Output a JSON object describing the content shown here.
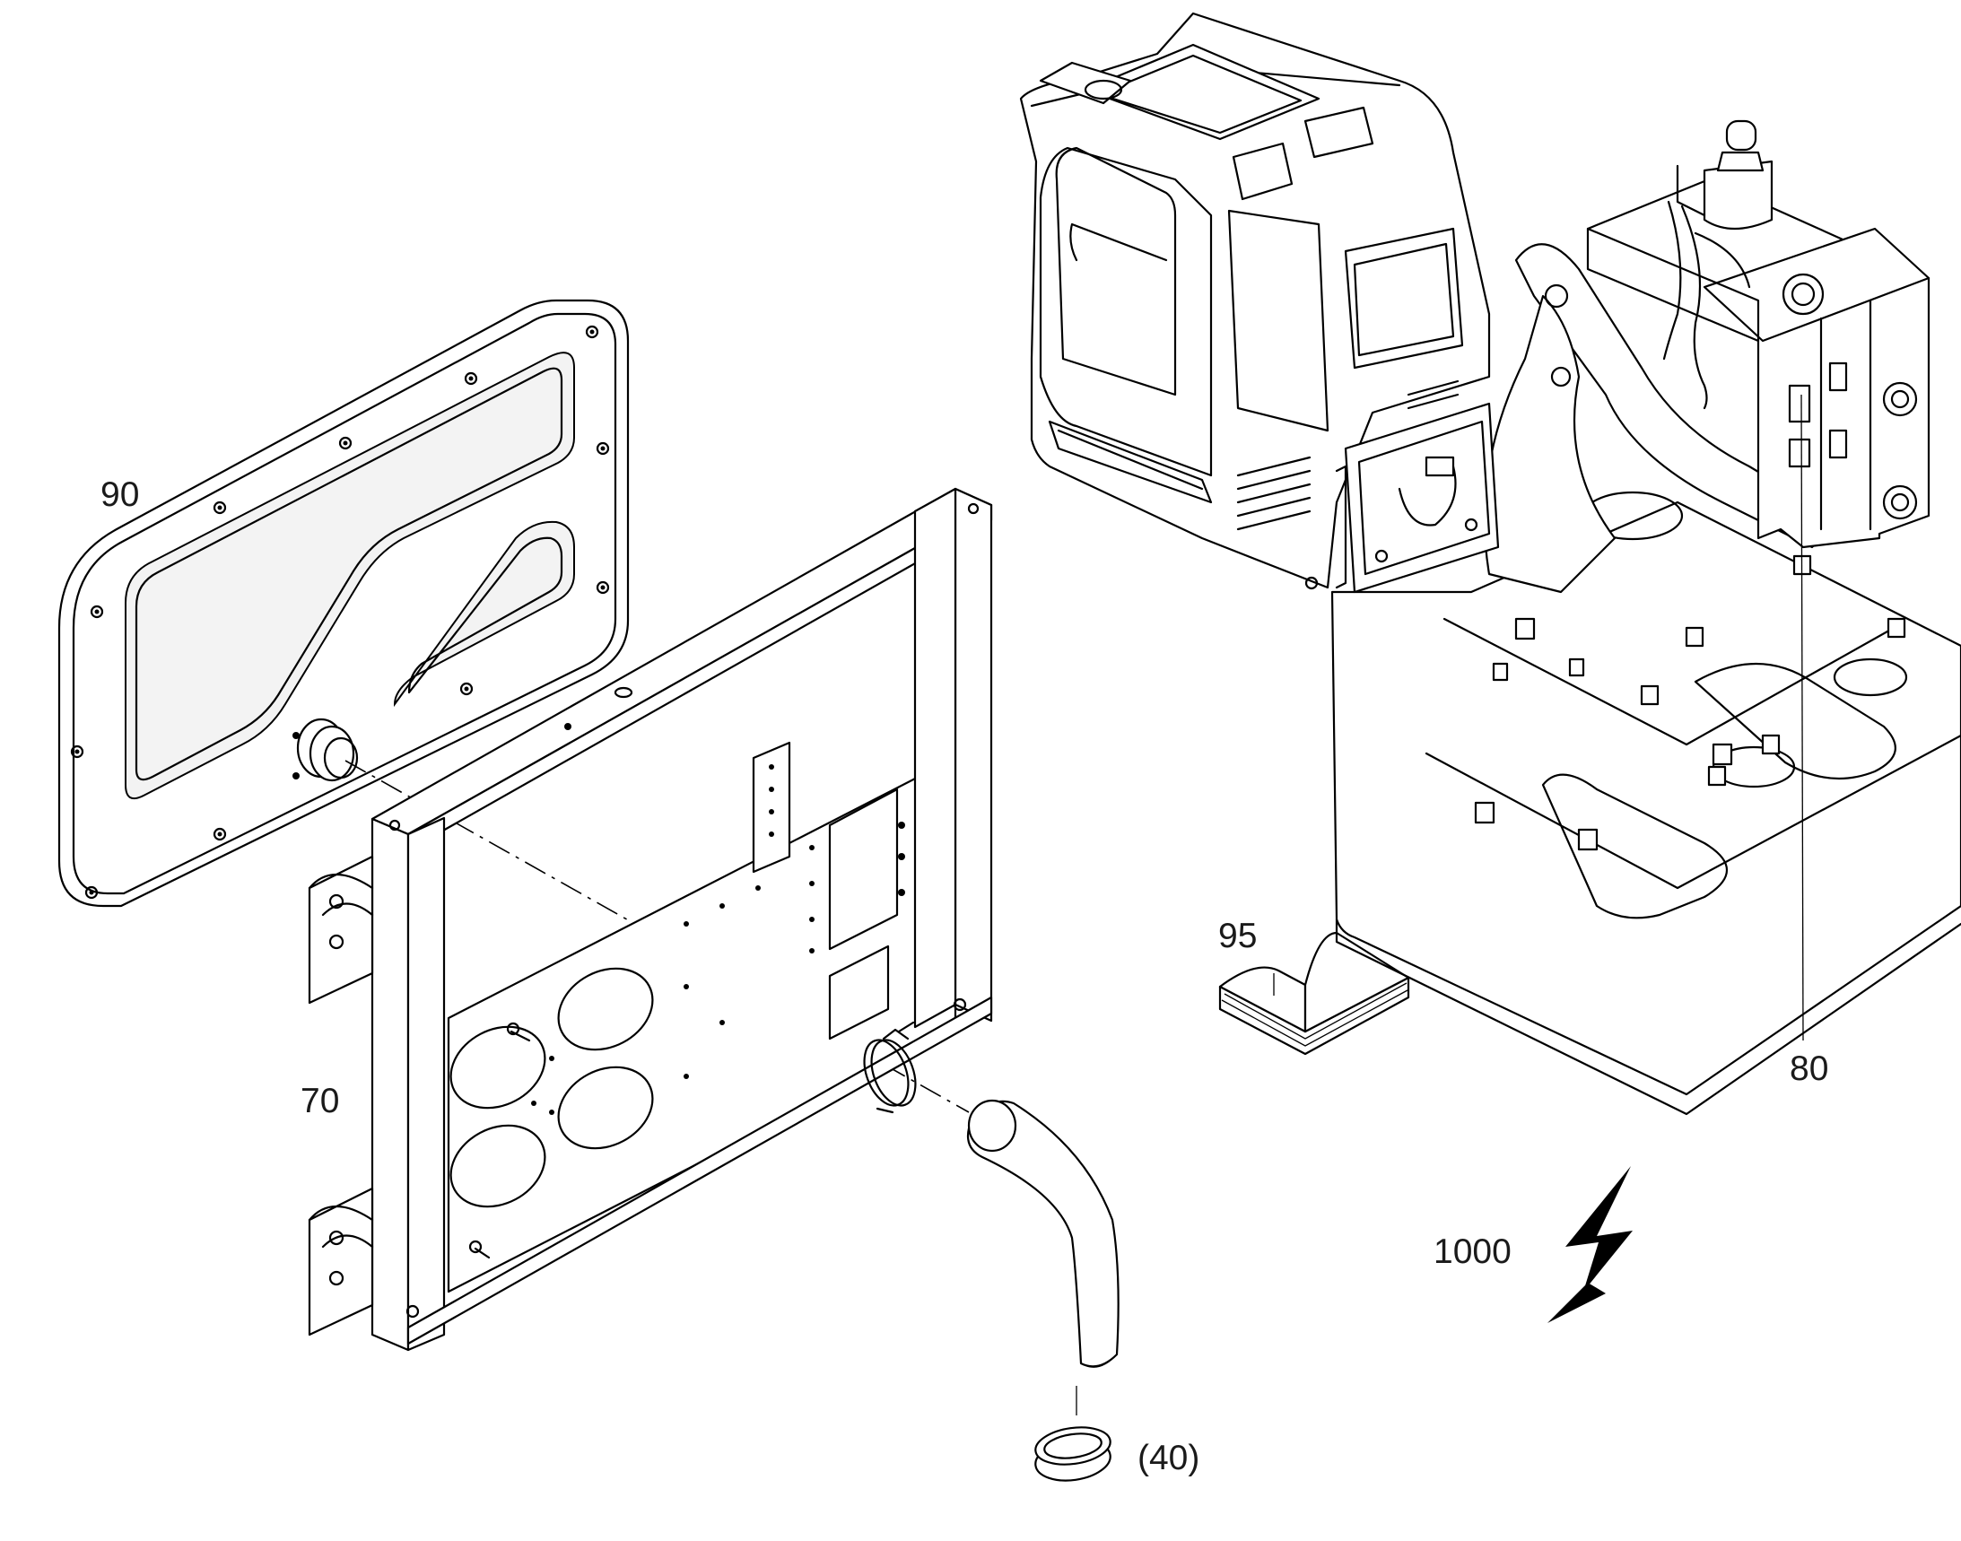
{
  "callouts": {
    "side_panel": "90",
    "mounting_frame": "70",
    "control_unit": "80",
    "manual": "95",
    "electrical_system": "1000",
    "hose_seal": "(40)"
  },
  "icons": {
    "electrical": "lightning-bolt-icon",
    "manual": "open-book-icon"
  },
  "colors": {
    "line": "#000000",
    "background": "#ffffff",
    "text": "#1a1a1a"
  }
}
